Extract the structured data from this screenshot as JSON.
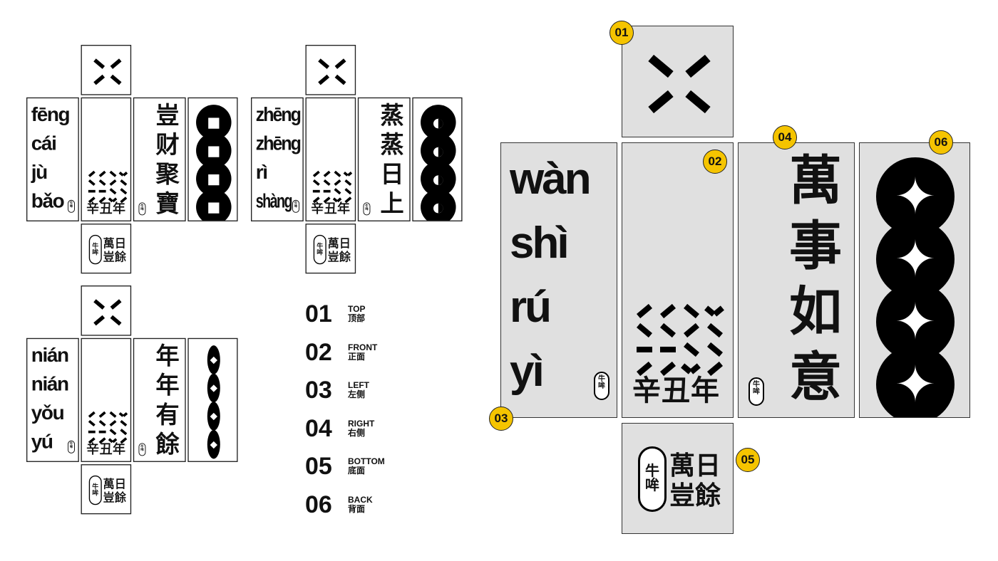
{
  "sets": [
    {
      "id": "feng-cai-ju-bao",
      "pinyin": [
        "fēng",
        "cái",
        "jù",
        "bǎo"
      ],
      "vertical": [
        "豈",
        "财",
        "聚",
        "寶"
      ],
      "back_icon": "square"
    },
    {
      "id": "zheng-zheng-ri-shang",
      "pinyin": [
        "zhēng",
        "zhēng",
        "rì",
        "shàng"
      ],
      "vertical": [
        "蒸",
        "蒸",
        "日",
        "上"
      ],
      "back_icon": "half"
    },
    {
      "id": "nian-nian-you-yu",
      "pinyin": [
        "nián",
        "nián",
        "yǒu",
        "yú"
      ],
      "vertical": [
        "年",
        "年",
        "有",
        "餘"
      ],
      "back_icon": "chain"
    },
    {
      "id": "wan-shi-ru-yi",
      "pinyin": [
        "wàn",
        "shì",
        "rú",
        "yì"
      ],
      "vertical": [
        "萬",
        "事",
        "如",
        "意"
      ],
      "back_icon": "star"
    }
  ],
  "common": {
    "year": "辛丑年",
    "brand": "牛哞",
    "bottom_text": [
      "萬日",
      "豈餘"
    ],
    "top_marks": [
      "\\",
      "/",
      "/",
      "\\"
    ],
    "front_marks": [
      [
        "/",
        "/",
        "\\",
        "v"
      ],
      [
        "\\",
        "\\",
        "/",
        "\\"
      ],
      [
        "-",
        "-",
        "\\",
        "\\"
      ],
      [
        "/",
        "/",
        "v",
        "/"
      ]
    ]
  },
  "badges": [
    "01",
    "02",
    "03",
    "04",
    "05",
    "06"
  ],
  "legend": [
    {
      "num": "01",
      "en": "TOP",
      "zh": "顶部"
    },
    {
      "num": "02",
      "en": "FRONT",
      "zh": "正面"
    },
    {
      "num": "03",
      "en": "LEFT",
      "zh": "左侧"
    },
    {
      "num": "04",
      "en": "RIGHT",
      "zh": "右侧"
    },
    {
      "num": "05",
      "en": "BOTTOM",
      "zh": "底面"
    },
    {
      "num": "06",
      "en": "BACK",
      "zh": "背面"
    }
  ],
  "colors": {
    "badge": "#f5c400",
    "panel_big": "#e0e0e0"
  }
}
